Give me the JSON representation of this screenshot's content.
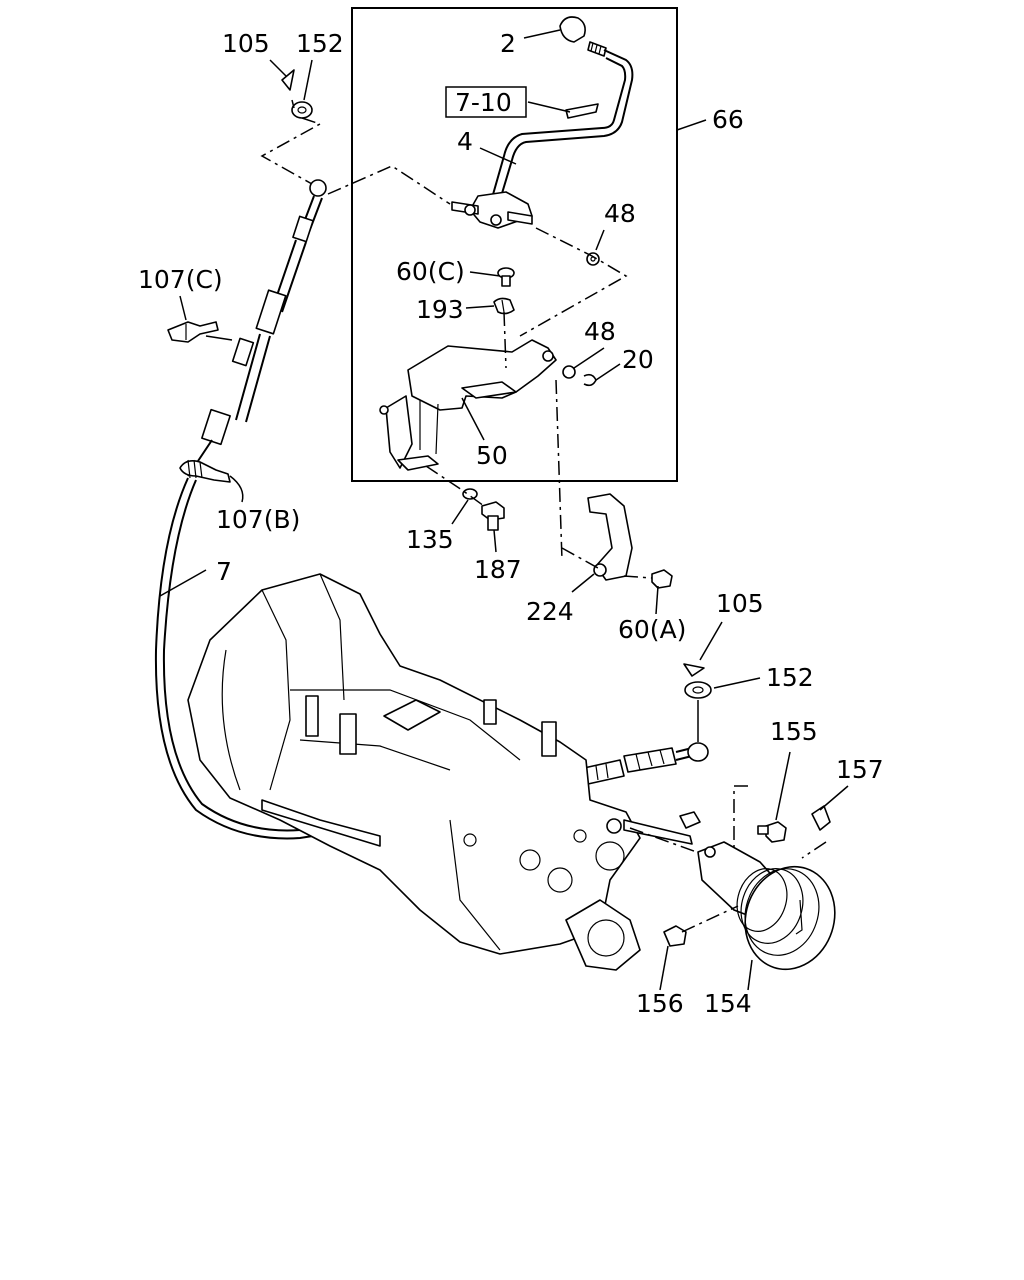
{
  "labels": {
    "l2": "2",
    "l7_10": "7-10",
    "l66": "66",
    "l4": "4",
    "l48a": "48",
    "l60c": "60(C)",
    "l193": "193",
    "l48b": "48",
    "l20": "20",
    "l50": "50",
    "l105a": "105",
    "l152a": "152",
    "l107c": "107(C)",
    "l107b": "107(B)",
    "l135": "135",
    "l187": "187",
    "l7": "7",
    "l224": "224",
    "l60a": "60(A)",
    "l105b": "105",
    "l152b": "152",
    "l155": "155",
    "l157": "157",
    "l156": "156",
    "l154": "154"
  }
}
